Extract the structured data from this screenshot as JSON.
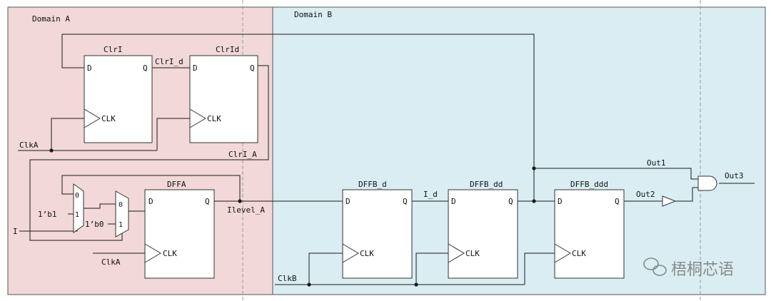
{
  "domains": {
    "a": {
      "label": "Domain A",
      "fill": "#f2d8d8"
    },
    "b": {
      "label": "Domain B",
      "fill": "#d9edf3"
    }
  },
  "flops": {
    "clri": {
      "title": "ClrI",
      "d": "D",
      "q": "Q",
      "clk": "CLK"
    },
    "clrid": {
      "title": "ClrId",
      "d": "D",
      "q": "Q",
      "clk": "CLK"
    },
    "dffa": {
      "title": "DFFA",
      "d": "D",
      "q": "Q",
      "clk": "CLK"
    },
    "dffb_d": {
      "title": "DFFB_d",
      "d": "D",
      "q": "Q",
      "clk": "CLK"
    },
    "dffb_dd": {
      "title": "DFFB_dd",
      "d": "D",
      "q": "Q",
      "clk": "CLK"
    },
    "dffb_ddd": {
      "title": "DFFB_ddd",
      "d": "D",
      "q": "Q",
      "clk": "CLK"
    }
  },
  "muxes": {
    "mux1": {
      "in0": "0",
      "in1": "1",
      "const": "1’b1"
    },
    "mux2": {
      "in0": "0",
      "in1": "1",
      "const": "1’b0"
    }
  },
  "signals": {
    "clri_d": "ClrI_d",
    "clka_top": "ClkA",
    "clri_a": "ClrI_A",
    "input_i": "I",
    "ilevel_a": "Ilevel_A",
    "clka_bottom": "ClkA",
    "i_d": "I_d",
    "clkb": "ClkB",
    "out1": "Out1",
    "out2": "Out2",
    "out3": "Out3"
  },
  "watermark": {
    "icon": "wechat-icon",
    "text": "梧桐芯语"
  },
  "colors": {
    "line": "#1a1a1a",
    "border": "#555555",
    "guide": "#9a9a9a"
  }
}
